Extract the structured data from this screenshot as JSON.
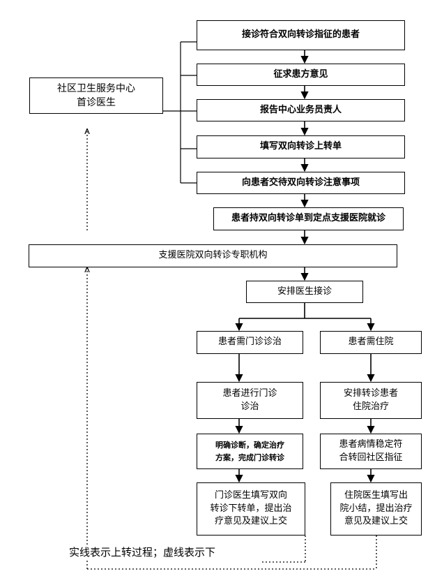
{
  "community": {
    "line1": "社区卫生服务中心",
    "line2": "首诊医生"
  },
  "steps": [
    "接诊符合双向转诊指征的患者",
    "征求患方意见",
    "报告中心业务员责人",
    "填写双向转诊上转单",
    "向患者交待双向转诊注意事项",
    "患者持双向转诊单到定点支援医院就诊"
  ],
  "hospital": "支援医院双向转诊专职机构",
  "arrange": "安排医生接诊",
  "outpatient": {
    "need": "患者需门诊诊治",
    "do_line1": "患者进行门诊",
    "do_line2": "诊治",
    "diag_line1": "明确诊断，确定治疗",
    "diag_line2": "方案，完成门诊转诊",
    "fill_line1": "门诊医生填写双向",
    "fill_line2": "转诊下转单，提出治",
    "fill_line3": "疗意见及建议上交"
  },
  "inpatient": {
    "need": "患者需住院",
    "do_line1": "安排转诊患者",
    "do_line2": "住院治疗",
    "stable_line1": "患者病情稳定符",
    "stable_line2": "合转回社区指征",
    "fill_line1": "住院医生填写出",
    "fill_line2": "院小结，提出治疗",
    "fill_line3": "意见及建议上交"
  },
  "note": "实线表示上转过程；虚线表示下"
}
